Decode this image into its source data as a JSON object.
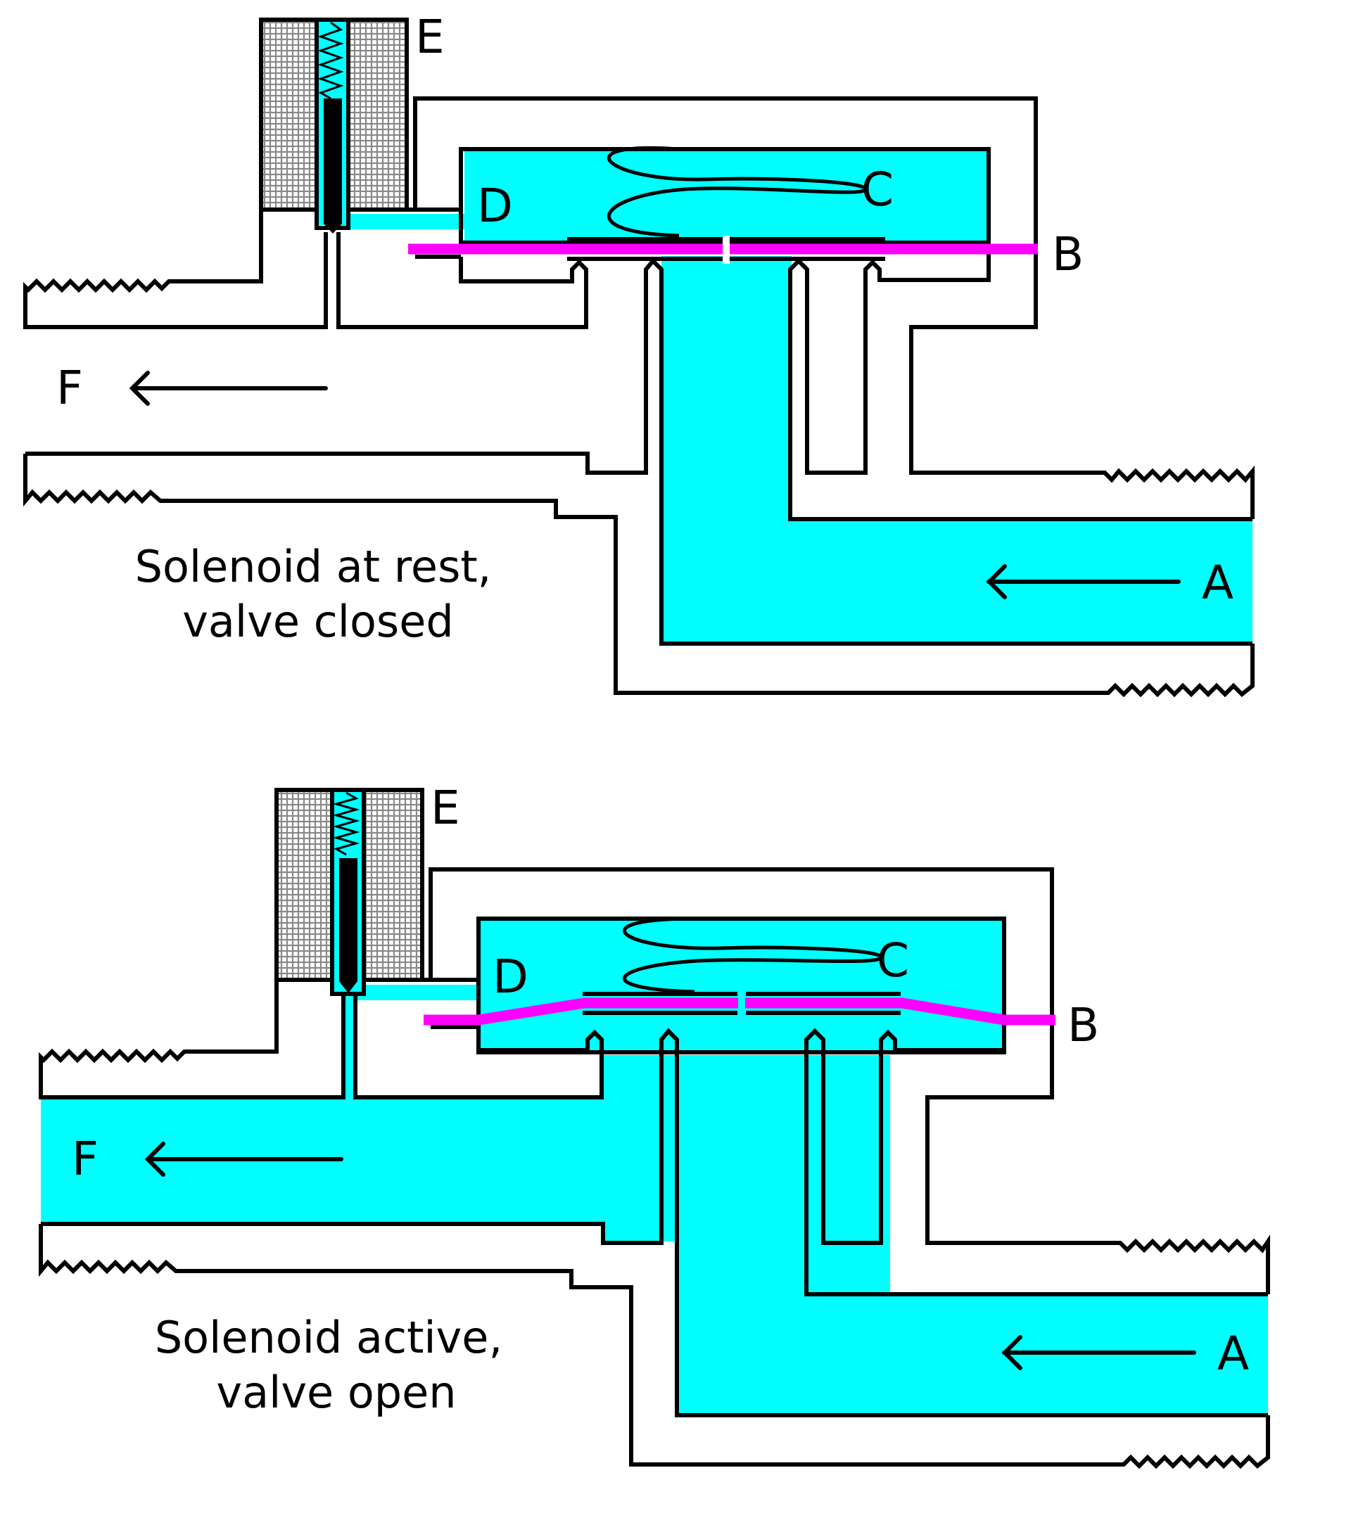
{
  "diagrams": [
    {
      "labels": {
        "a": "A",
        "b": "B",
        "c": "C",
        "d": "D",
        "e": "E",
        "f": "F"
      },
      "caption": [
        "Solenoid at rest,",
        "valve closed"
      ],
      "state": "closed"
    },
    {
      "labels": {
        "a": "A",
        "b": "B",
        "c": "C",
        "d": "D",
        "e": "E",
        "f": "F"
      },
      "caption": [
        "Solenoid active,",
        "valve open"
      ],
      "state": "open"
    }
  ],
  "colors": {
    "fluid": "#00ffff",
    "diaphragm": "#ff00ff",
    "outline": "#000000",
    "coil_hatch": "#888888"
  }
}
